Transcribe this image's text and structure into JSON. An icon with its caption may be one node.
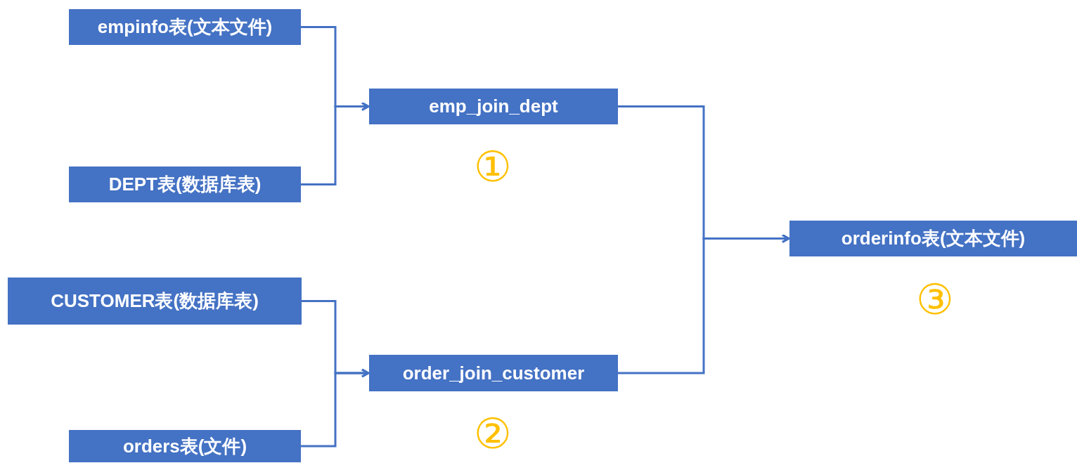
{
  "diagram": {
    "nodes": [
      {
        "text": [
          "empinfo表(文本文件)"
        ]
      },
      {
        "text": [
          "DEPT表(数据库表)"
        ]
      },
      {
        "text": [
          "emp_join_dept"
        ],
        "beside": [
          "①"
        ]
      },
      {
        "text": [
          "CUSTOMER表(数据库表)"
        ]
      },
      {
        "text": [
          "orders表(文件)"
        ]
      },
      {
        "text": [
          "order_join_customer"
        ],
        "beside": [
          "②"
        ]
      },
      {
        "text": [
          "orderinfo表(文本文件)"
        ],
        "beside": [
          "③"
        ]
      }
    ],
    "edges": [
      {
        "from": 0,
        "to": 2,
        "arrow": "to"
      },
      {
        "from": 1,
        "to": 2,
        "arrow": "to"
      },
      {
        "from": 3,
        "to": 5,
        "arrow": "to"
      },
      {
        "from": 4,
        "to": 5,
        "arrow": "to"
      },
      {
        "from": 2,
        "to": 6,
        "arrow": "to"
      },
      {
        "from": 5,
        "to": 6,
        "arrow": "to"
      }
    ]
  }
}
